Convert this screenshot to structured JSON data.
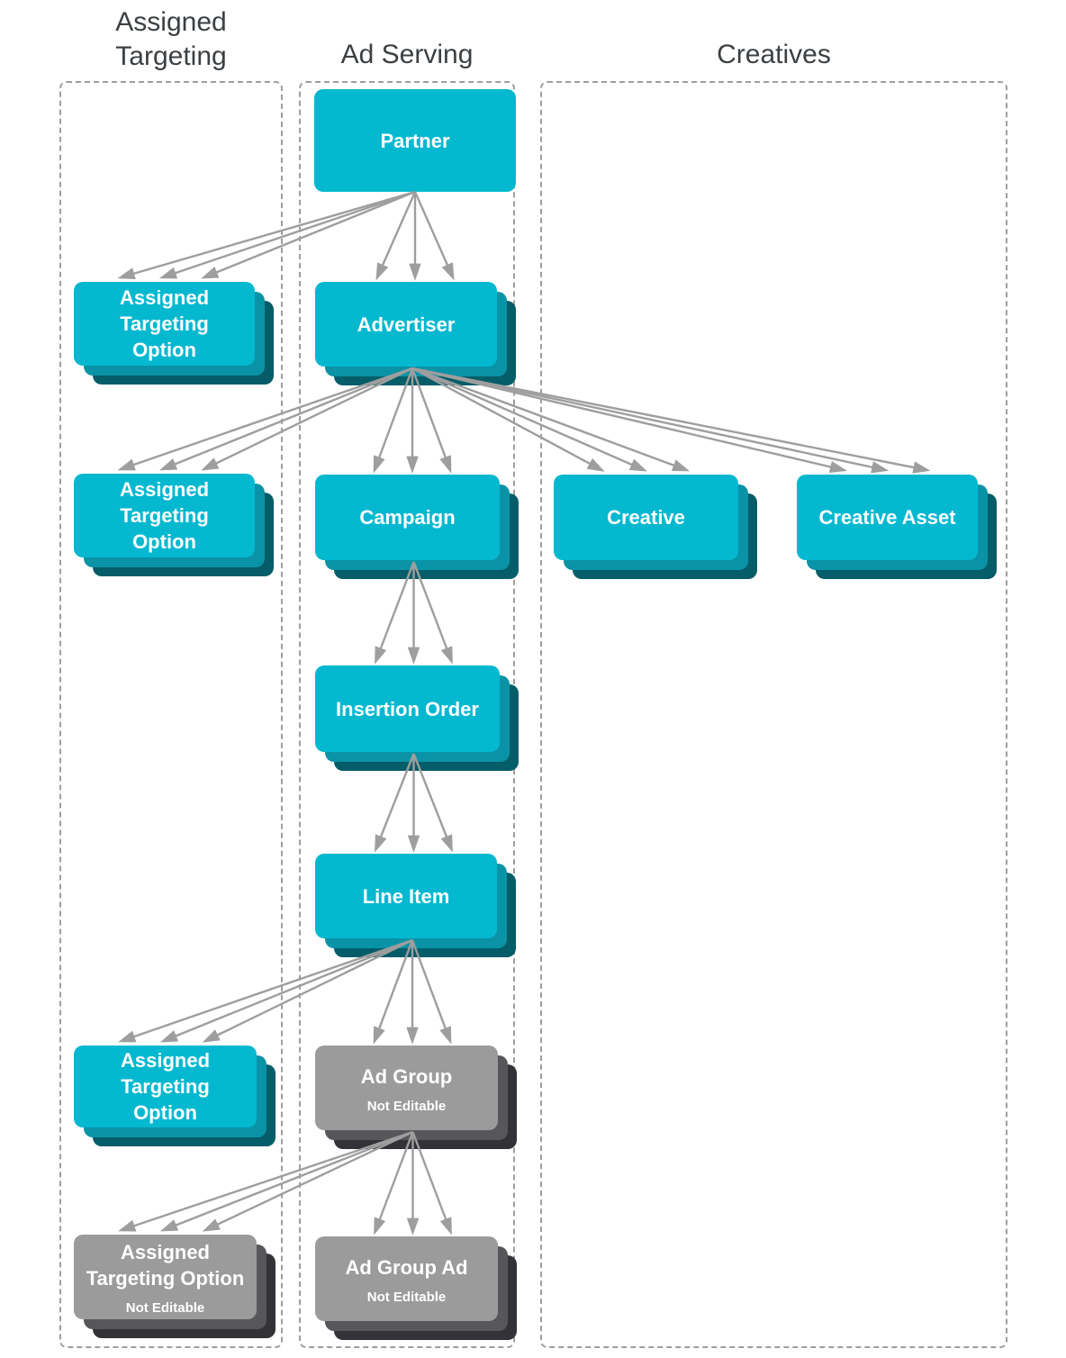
{
  "columns": [
    {
      "key": "assigned_targeting",
      "title": "Assigned\nTargeting"
    },
    {
      "key": "ad_serving",
      "title": "Ad Serving"
    },
    {
      "key": "creatives",
      "title": "Creatives"
    }
  ],
  "nodes": {
    "partner": {
      "label": "Partner"
    },
    "ato1": {
      "label": "Assigned\nTargeting\nOption"
    },
    "advertiser": {
      "label": "Advertiser"
    },
    "ato2": {
      "label": "Assigned\nTargeting\nOption"
    },
    "campaign": {
      "label": "Campaign"
    },
    "creative": {
      "label": "Creative"
    },
    "creative_asset": {
      "label": "Creative Asset"
    },
    "insertion_order": {
      "label": "Insertion Order"
    },
    "line_item": {
      "label": "Line Item"
    },
    "ato3": {
      "label": "Assigned\nTargeting\nOption"
    },
    "ad_group": {
      "label": "Ad Group",
      "sublabel": "Not Editable"
    },
    "ato_not_editable": {
      "label": "Assigned\nTargeting Option",
      "sublabel": "Not Editable"
    },
    "ad_group_ad": {
      "label": "Ad Group Ad",
      "sublabel": "Not Editable"
    }
  },
  "connections": [
    {
      "from": "partner",
      "to": "ato1"
    },
    {
      "from": "partner",
      "to": "advertiser"
    },
    {
      "from": "advertiser",
      "to": "ato2"
    },
    {
      "from": "advertiser",
      "to": "campaign"
    },
    {
      "from": "advertiser",
      "to": "creative"
    },
    {
      "from": "advertiser",
      "to": "creative_asset"
    },
    {
      "from": "campaign",
      "to": "insertion_order"
    },
    {
      "from": "insertion_order",
      "to": "line_item"
    },
    {
      "from": "line_item",
      "to": "ato3"
    },
    {
      "from": "line_item",
      "to": "ad_group"
    },
    {
      "from": "ad_group",
      "to": "ato_not_editable"
    },
    {
      "from": "ad_group",
      "to": "ad_group_ad"
    }
  ],
  "colors": {
    "node_cyan": "#04b8d0",
    "node_cyan_layer_mid": "#0a93a6",
    "node_cyan_layer_dark": "#045d68",
    "node_gray": "#9b9b9b",
    "node_gray_layer_mid": "#57575b",
    "node_gray_layer_dark": "#323237",
    "arrow": "#9e9e9e",
    "column_border": "#9e9e9e",
    "title_text": "#3c4043"
  }
}
